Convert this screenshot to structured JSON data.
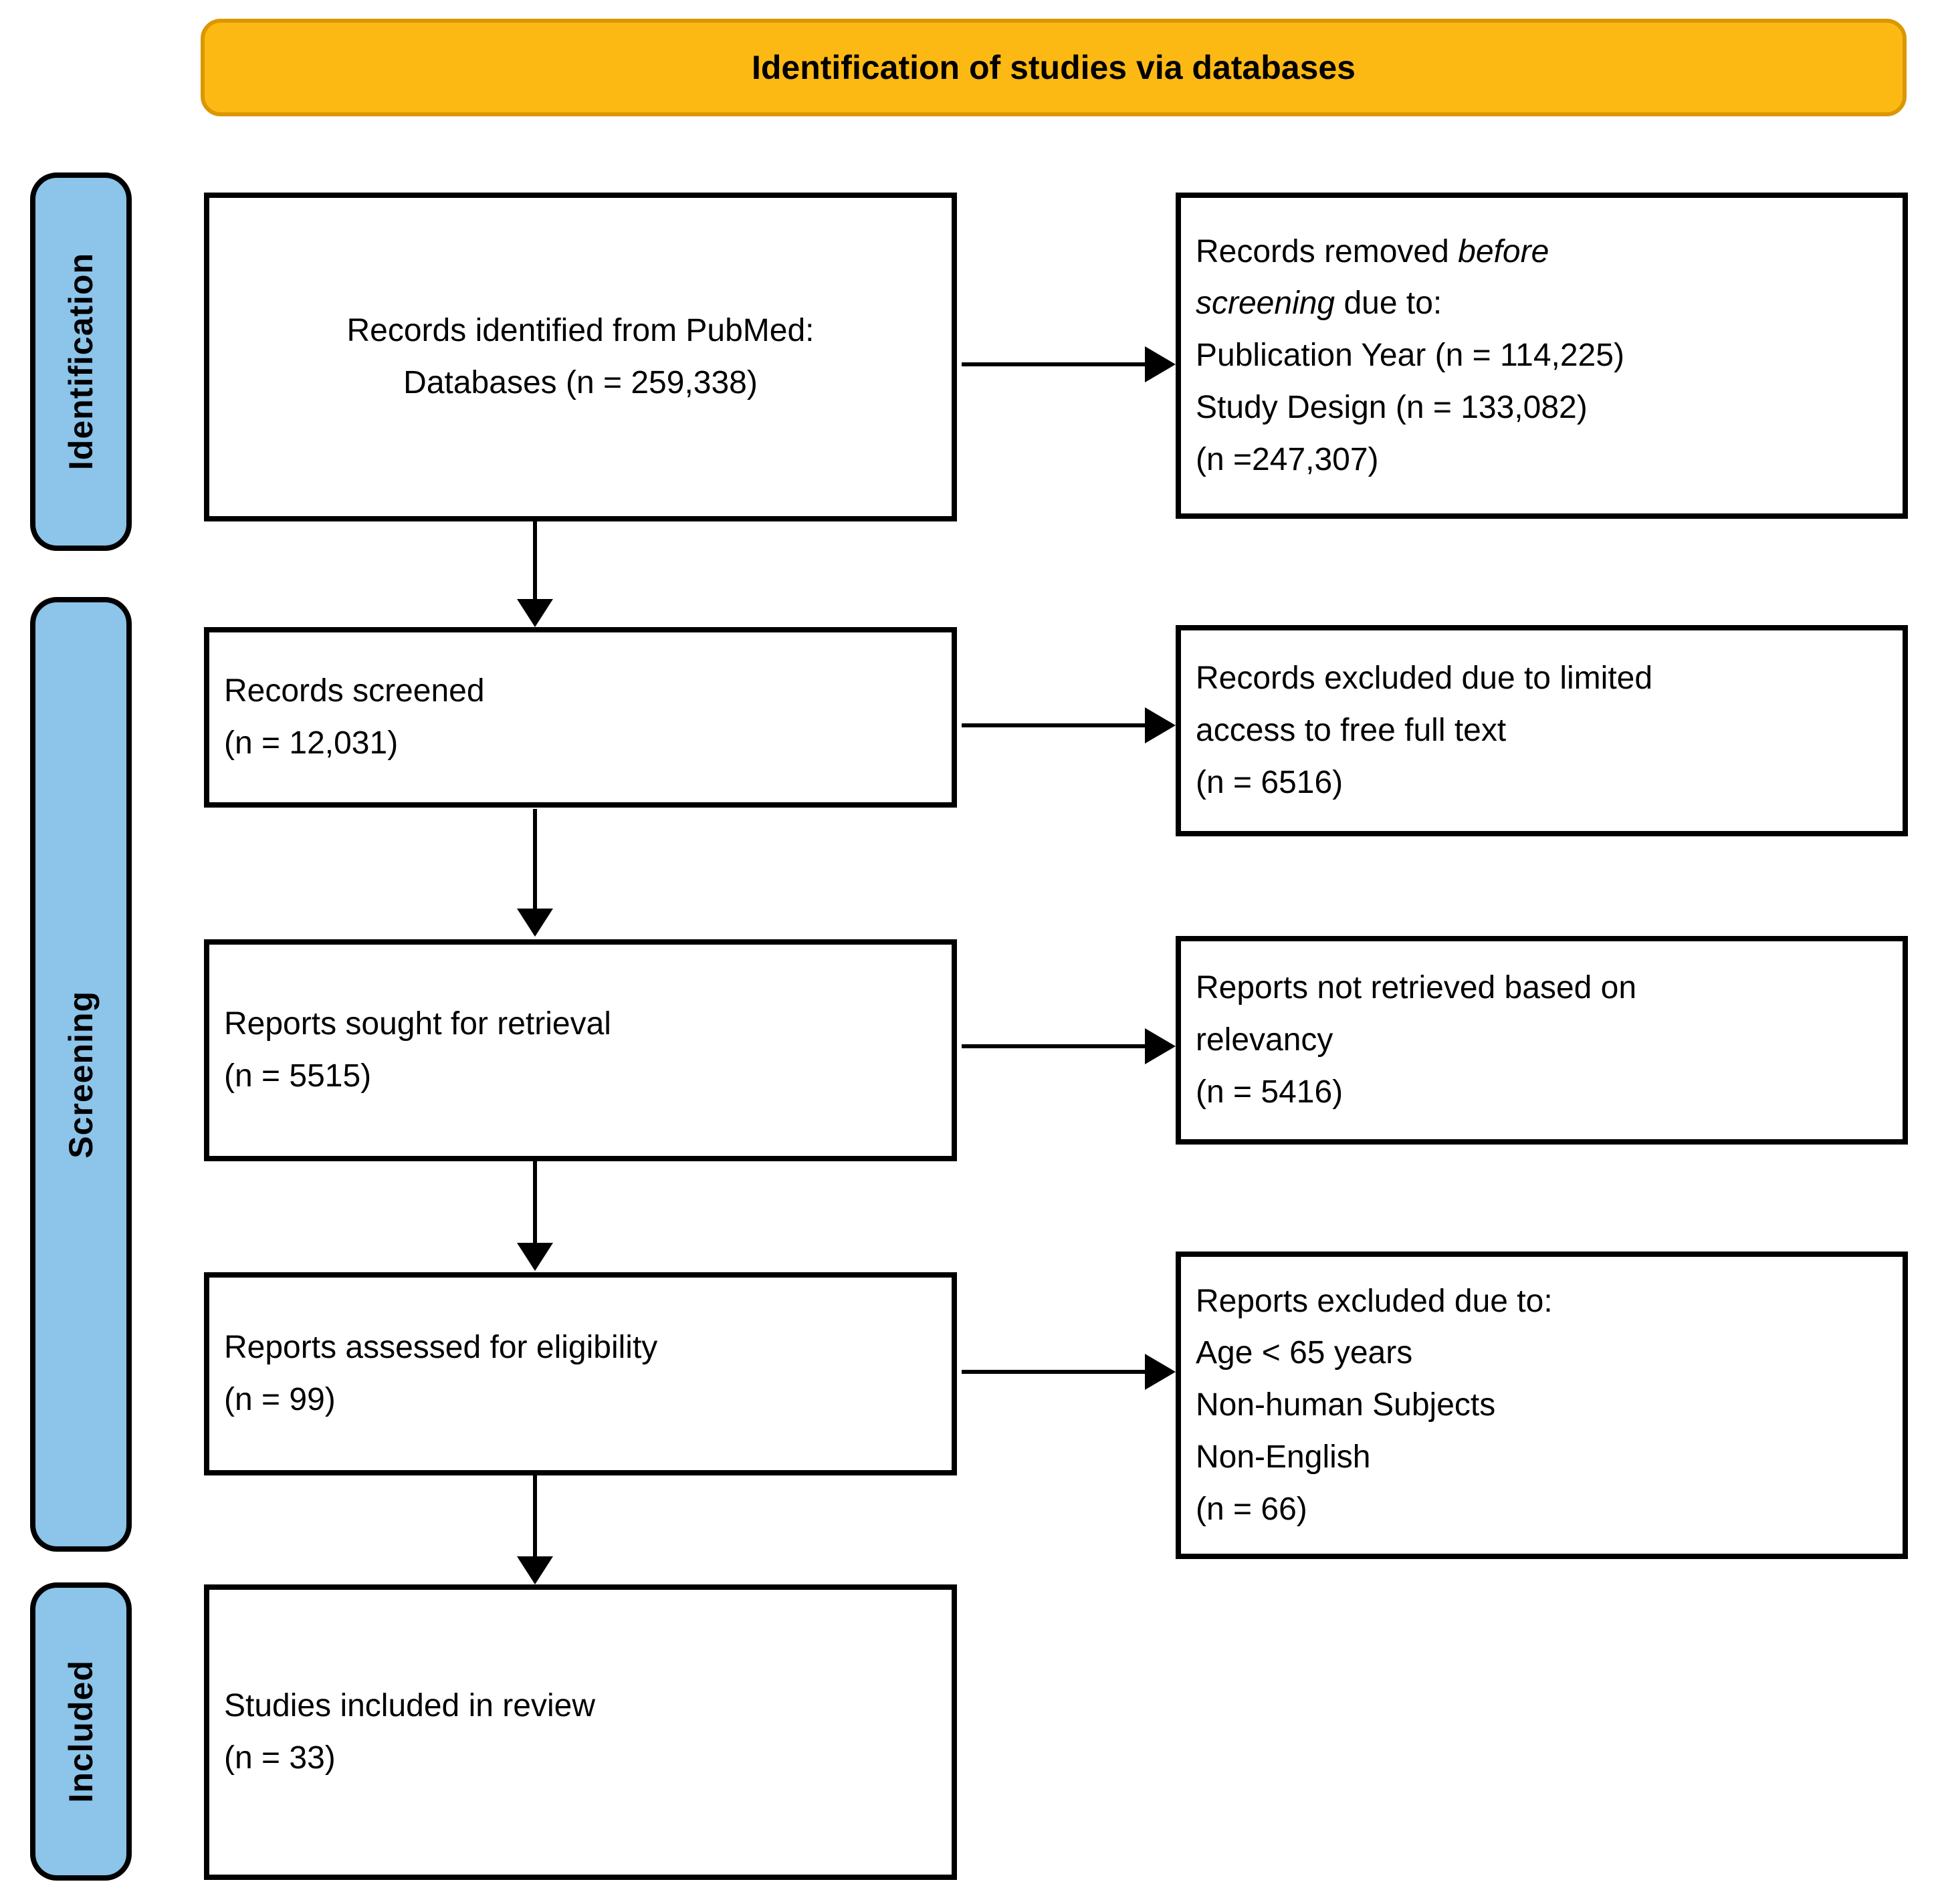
{
  "banner": {
    "title": "Identification of studies via databases"
  },
  "stages": [
    {
      "label": "Identification"
    },
    {
      "label": "Screening"
    },
    {
      "label": "Included"
    }
  ],
  "flow_boxes": {
    "identified": {
      "lines": [
        "Records identified from PubMed:",
        "Databases (n = 259,338)"
      ],
      "n": "259,338"
    },
    "screened": {
      "lines": [
        "Records screened",
        "(n = 12,031)"
      ],
      "n": "12,031"
    },
    "sought": {
      "lines": [
        "Reports sought for retrieval",
        "(n = 5515)"
      ],
      "n": "5515"
    },
    "assessed": {
      "lines": [
        "Reports assessed for eligibility",
        "(n = 99)"
      ],
      "n": "99"
    },
    "included": {
      "lines": [
        "Studies included in review",
        "(n = 33)"
      ],
      "n": "33"
    }
  },
  "exclusion_boxes": {
    "removed_before_screening": {
      "intro_lines": [
        {
          "pre": "Records removed ",
          "italic": "before"
        },
        {
          "italic": "screening",
          "post": " due to:"
        }
      ],
      "lines": [
        "Publication Year (n = 114,225)",
        "Study Design (n = 133,082)",
        "(n =247,307)"
      ]
    },
    "excluded_screening": {
      "lines": [
        "Records excluded due to limited",
        "access to free full text",
        "(n = 6516)"
      ],
      "n": "6516"
    },
    "not_retrieved": {
      "lines": [
        "Reports not retrieved based on",
        "relevancy",
        "(n = 5416)"
      ],
      "n": "5416"
    },
    "excluded_eligibility": {
      "lines": [
        "Reports excluded due to:",
        "Age < 65 years",
        "Non-human Subjects",
        "Non-English",
        "(n = 66)"
      ],
      "n": "66"
    }
  },
  "colors": {
    "banner_fill": "#FDB913",
    "banner_border": "#DB9700",
    "stage_fill": "#8CC4EA",
    "box_border": "#000000"
  }
}
